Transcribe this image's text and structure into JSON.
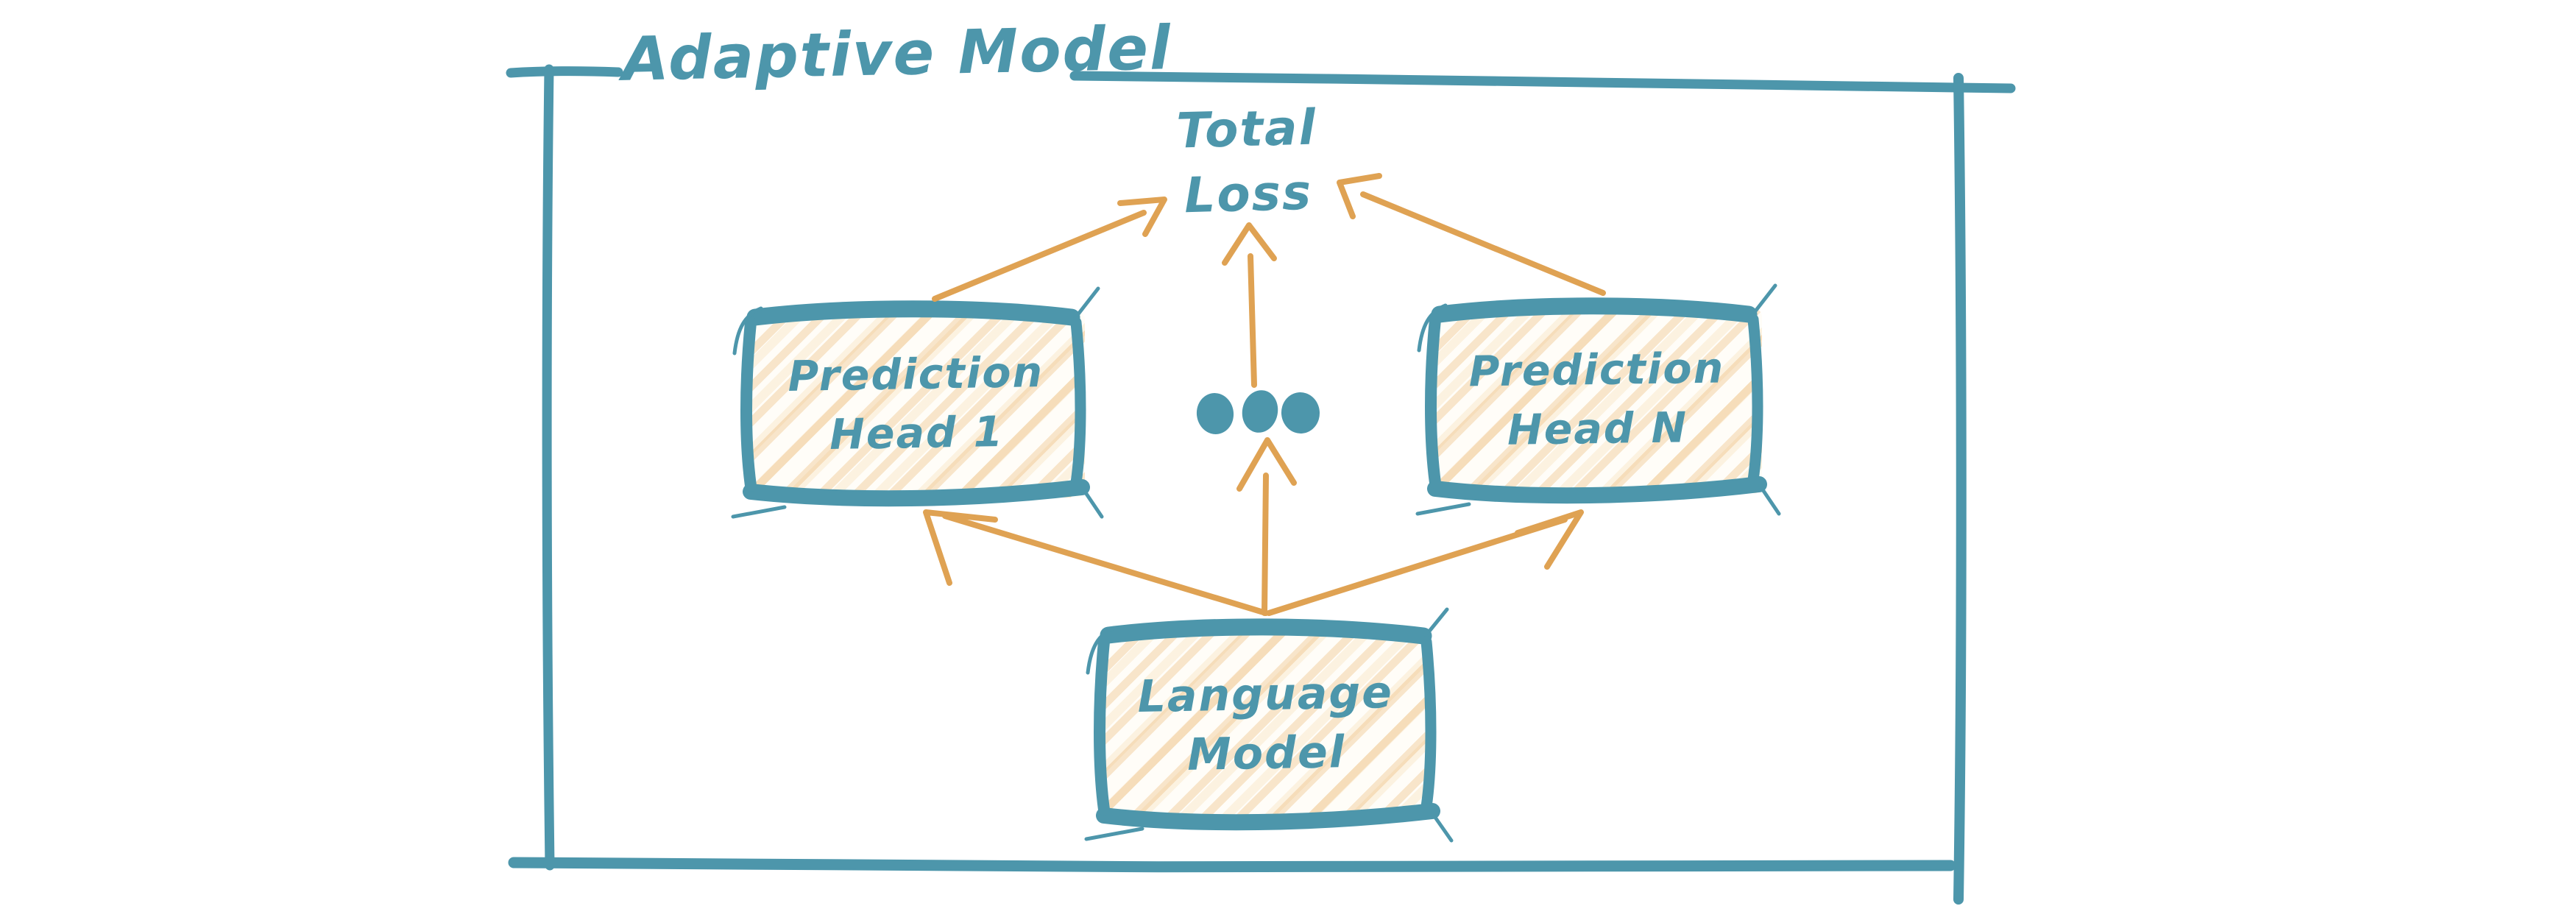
{
  "diagram": {
    "title": "Adaptive Model",
    "nodes": {
      "total_loss": {
        "line1": "Total",
        "line2": "Loss"
      },
      "prediction_head_1": {
        "line1": "Prediction",
        "line2": "Head 1"
      },
      "prediction_head_n": {
        "line1": "Prediction",
        "line2": "Head N"
      },
      "language_model": {
        "line1": "Language",
        "line2": "Model"
      }
    },
    "ellipsis": {
      "dot_count": 3
    },
    "edges": [
      {
        "from": "language_model",
        "to": "prediction_head_1"
      },
      {
        "from": "language_model",
        "to": "ellipsis"
      },
      {
        "from": "language_model",
        "to": "prediction_head_n"
      },
      {
        "from": "prediction_head_1",
        "to": "total_loss"
      },
      {
        "from": "ellipsis",
        "to": "total_loss"
      },
      {
        "from": "prediction_head_n",
        "to": "total_loss"
      }
    ],
    "colors": {
      "ink": "#4d96ab",
      "arrow": "#dfa253",
      "hatch": "#e7ae60",
      "background": "#ffffff"
    }
  }
}
